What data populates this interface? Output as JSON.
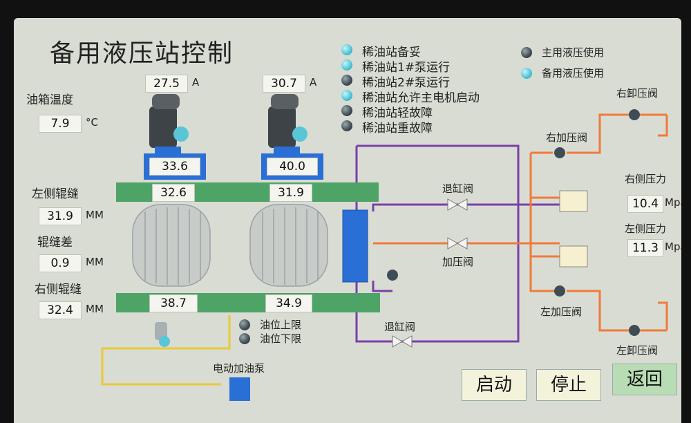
{
  "title": "备用液压站控制",
  "motors": [
    {
      "current": "27.5",
      "unit": "A",
      "pressure": "33.6",
      "top_gap": "32.6",
      "bottom_gap": "38.7"
    },
    {
      "current": "30.7",
      "unit": "A",
      "pressure": "40.0",
      "top_gap": "31.9",
      "bottom_gap": "34.9"
    }
  ],
  "tank_temp": {
    "label": "油箱温度",
    "value": "7.9",
    "unit": "°C"
  },
  "left_gap": {
    "label": "左侧辊缝",
    "value": "31.9",
    "unit": "MM"
  },
  "gap_diff": {
    "label": "辊缝差",
    "value": "0.9",
    "unit": "MM"
  },
  "right_gap": {
    "label": "右侧辊缝",
    "value": "32.4",
    "unit": "MM"
  },
  "status_list": [
    {
      "label": "稀油站备妥",
      "state": "on"
    },
    {
      "label": "稀油站1#泵运行",
      "state": "on"
    },
    {
      "label": "稀油站2#泵运行",
      "state": "off"
    },
    {
      "label": "稀油站允许主电机启动",
      "state": "on"
    },
    {
      "label": "稀油站轻故障",
      "state": "off"
    },
    {
      "label": "稀油站重故障",
      "state": "off"
    }
  ],
  "mode_list": [
    {
      "label": "主用液压使用",
      "state": "off"
    },
    {
      "label": "备用液压使用",
      "state": "on"
    }
  ],
  "oil_level": [
    {
      "label": "油位上限",
      "state": "off"
    },
    {
      "label": "油位下限",
      "state": "off"
    }
  ],
  "valves": {
    "right_unload": "右卸压阀",
    "right_press": "右加压阀",
    "retract_top": "退缸阀",
    "press": "加压阀",
    "retract_bottom": "退缸阀",
    "left_press": "左加压阀",
    "left_unload": "左卸压阀"
  },
  "right_pressure": {
    "label": "右侧压力",
    "value": "10.4",
    "unit": "Mpa"
  },
  "left_pressure": {
    "label": "左侧压力",
    "value": "11.3",
    "unit": "Mpa"
  },
  "fill_pump": "电动加油泵",
  "buttons": {
    "start": "启动",
    "stop": "停止",
    "back": "返回"
  },
  "colors": {
    "panel": "#d9dcd3",
    "green_bar": "#4da466",
    "blue": "#2a6fd6",
    "purple": "#7a3fa8",
    "orange": "#f07a3a",
    "yellow": "#e8c93a"
  }
}
